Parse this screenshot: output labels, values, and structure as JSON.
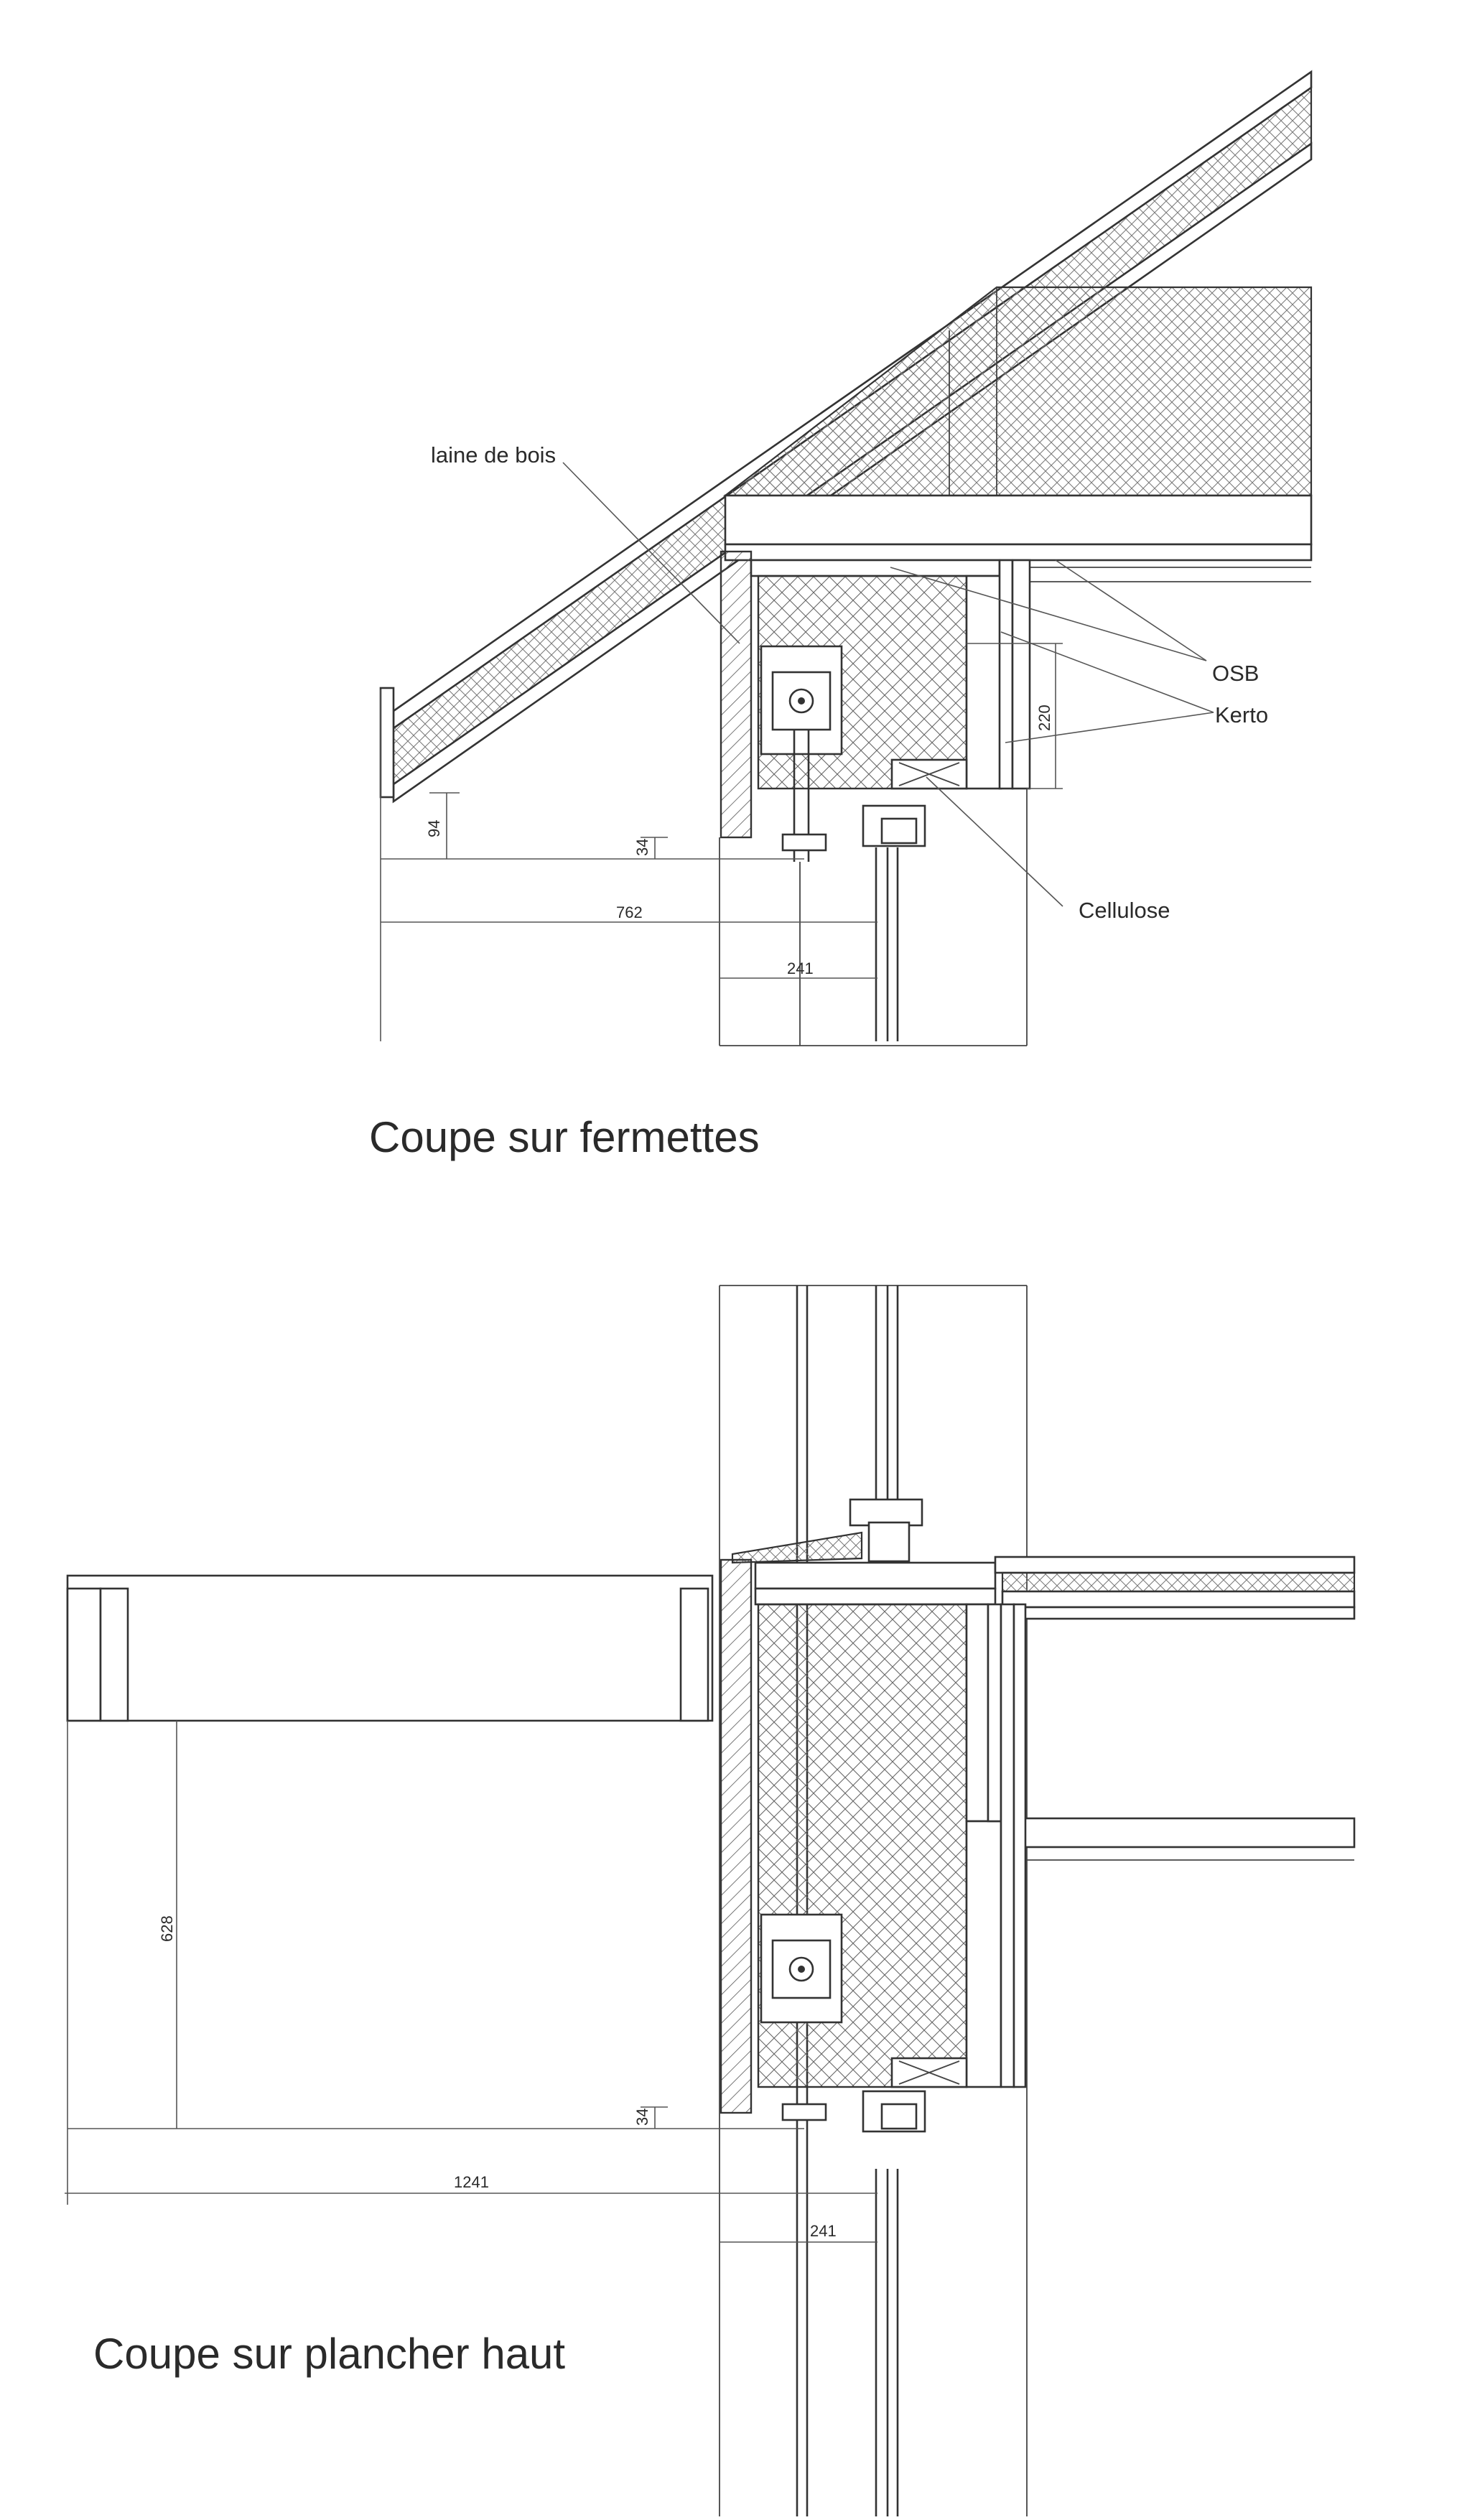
{
  "sections": [
    {
      "title": "Coupe sur fermettes",
      "labels": {
        "laine_de_bois": "laine de bois",
        "osb": "OSB",
        "kerto": "Kerto",
        "cellulose": "Cellulose"
      },
      "dimensions": {
        "d94": "94",
        "d34": "34",
        "d762": "762",
        "d241": "241",
        "d220": "220"
      }
    },
    {
      "title": "Coupe sur plancher haut",
      "dimensions": {
        "d628": "628",
        "d34": "34",
        "d1241": "1241",
        "d241": "241"
      }
    }
  ],
  "colors": {
    "line": "#333333",
    "background": "#ffffff"
  }
}
